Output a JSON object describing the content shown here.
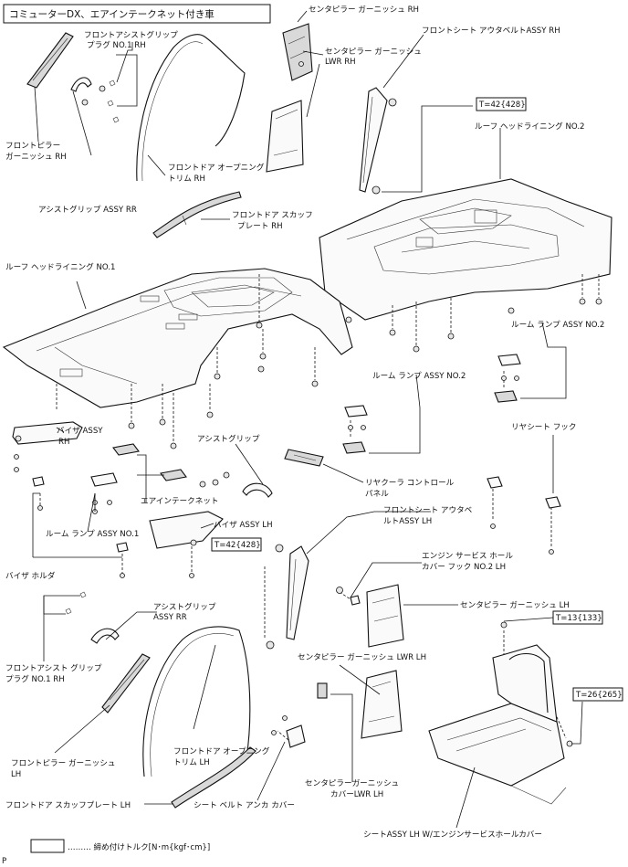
{
  "title": "コミューターDX、エアインテークネット付き車",
  "labels": {
    "center_pillar_garnish_rh": "センタピラー ガーニッシュ RH",
    "front_assist_grip_plug_rh_1": "フロントアシストグリップ",
    "front_assist_grip_plug_rh_2": "プラグ NO.1 RH",
    "center_pillar_garnish_lwr_rh_1": "センタピラー ガーニッシュ",
    "center_pillar_garnish_lwr_rh_2": "LWR RH",
    "front_seat_outer_belt_rh": "フロントシート アウタベルトASSY RH",
    "front_pillar_garnish_rh_1": "フロントピラー",
    "front_pillar_garnish_rh_2": "ガーニッシュ RH",
    "front_door_opening_trim_rh_1": "フロントドア オープニング",
    "front_door_opening_trim_rh_2": "トリム RH",
    "roof_headlining_no2": "ルーフ ヘッドライニング NO.2",
    "assist_grip_assy_rr": "アシストグリップ ASSY RR",
    "front_door_scuff_plate_rh_1": "フロントドア スカッフ",
    "front_door_scuff_plate_rh_2": "プレート RH",
    "roof_headlining_no1": "ルーフ ヘッドライニング NO.1",
    "room_lamp_no2_a": "ルーム ランプ ASSY NO.2",
    "room_lamp_no2_b": "ルーム ランプ ASSY NO.2",
    "visor_assy_rh_1": "バイザ ASSY",
    "visor_assy_rh_2": "RH",
    "assist_grip": "アシストグリップ",
    "rear_seat_hook": "リヤシート フック",
    "air_intake_net": "エアインテークネット",
    "rear_cooler_control_panel_1": "リヤクーラ コントロール",
    "rear_cooler_control_panel_2": "パネル",
    "room_lamp_no1": "ルーム ランプ ASSY NO.1",
    "visor_assy_lh": "バイザ ASSY LH",
    "front_seat_outer_belt_lh_1": "フロントシート アウタベ",
    "front_seat_outer_belt_lh_2": "ルトASSY LH",
    "visor_holder": "バイザ ホルダ",
    "engine_service_hole_cover_hook_1": "エンジン サービス ホール",
    "engine_service_hole_cover_hook_2": "カバー フック NO.2 LH",
    "assist_grip_assy_rr_lower_1": "アシストグリップ",
    "assist_grip_assy_rr_lower_2": "ASSY RR",
    "center_pillar_garnish_lh": "センタピラー ガーニッシュ LH",
    "front_assist_grip_plug_rh_lower_1": "フロントアシスト グリップ",
    "front_assist_grip_plug_rh_lower_2": "プラグ NO.1 RH",
    "center_pillar_garnish_lwr_lh": "センタピラー ガーニッシュ LWR LH",
    "front_pillar_garnish_lh_1": "フロントピラー ガーニッシュ",
    "front_pillar_garnish_lh_2": "LH",
    "front_door_opening_trim_lh_1": "フロントドア オープニング",
    "front_door_opening_trim_lh_2": "トリム LH",
    "center_pillar_garnish_cover_lwr_lh_1": "センタピラーガーニッシュ",
    "center_pillar_garnish_cover_lwr_lh_2": "カバーLWR LH",
    "front_door_scuff_plate_lh": "フロントドア スカッフプレート LH",
    "seat_belt_anchor_cover": "シート ベルト アンカ カバー",
    "seat_assy_lh": "シートASSY LH W/エンジンサービスホールカバー"
  },
  "torque_specs": {
    "belt_rh": "T=42{428}",
    "belt_lh": "T=42{428}",
    "center_pillar_lh": "T=13{133}",
    "seat_lh": "T=26{265}"
  },
  "legend": {
    "text": "……… 締め付けトルク[N･m{kgf･cm}]"
  },
  "page_marker": "P"
}
